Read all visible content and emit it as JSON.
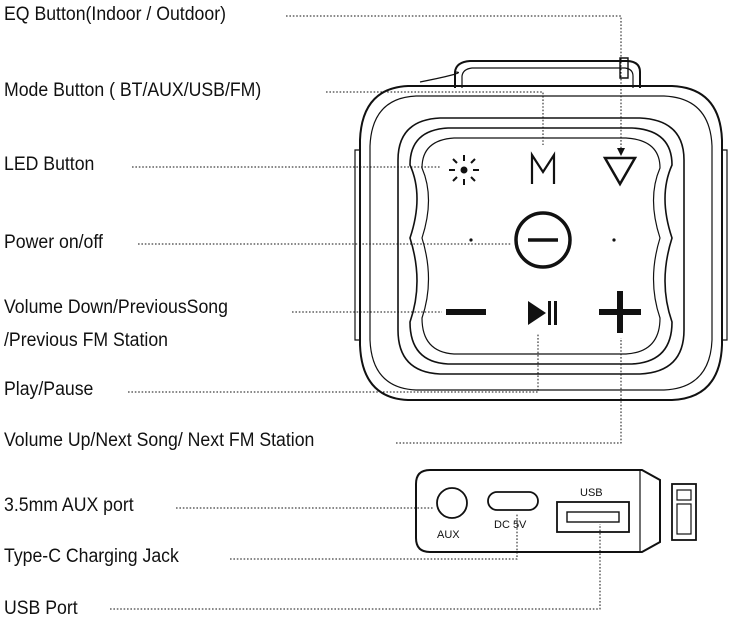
{
  "labels": {
    "eq": "EQ Button(Indoor / Outdoor)",
    "mode": "Mode Button ( BT/AUX/USB/FM)",
    "led": "LED Button",
    "power": "Power on/off",
    "vol_down_line1": "Volume Down/PreviousSong",
    "vol_down_line2": "/Previous FM Station",
    "play": "Play/Pause",
    "vol_up": "Volume Up/Next Song/ Next FM Station",
    "aux_port": "3.5mm AUX port",
    "typec": "Type-C Charging Jack",
    "usb_port": "USB Port"
  },
  "port_panel": {
    "usb_label": "USB",
    "aux_label": "AUX",
    "dc_label": "DC 5V"
  },
  "icons": [
    "led-sun-icon",
    "mode-m-icon",
    "eq-triangle-icon",
    "power-icon",
    "minus-icon",
    "play-pause-icon",
    "plus-icon"
  ],
  "colors": {
    "line": "#111111",
    "background": "#ffffff"
  }
}
